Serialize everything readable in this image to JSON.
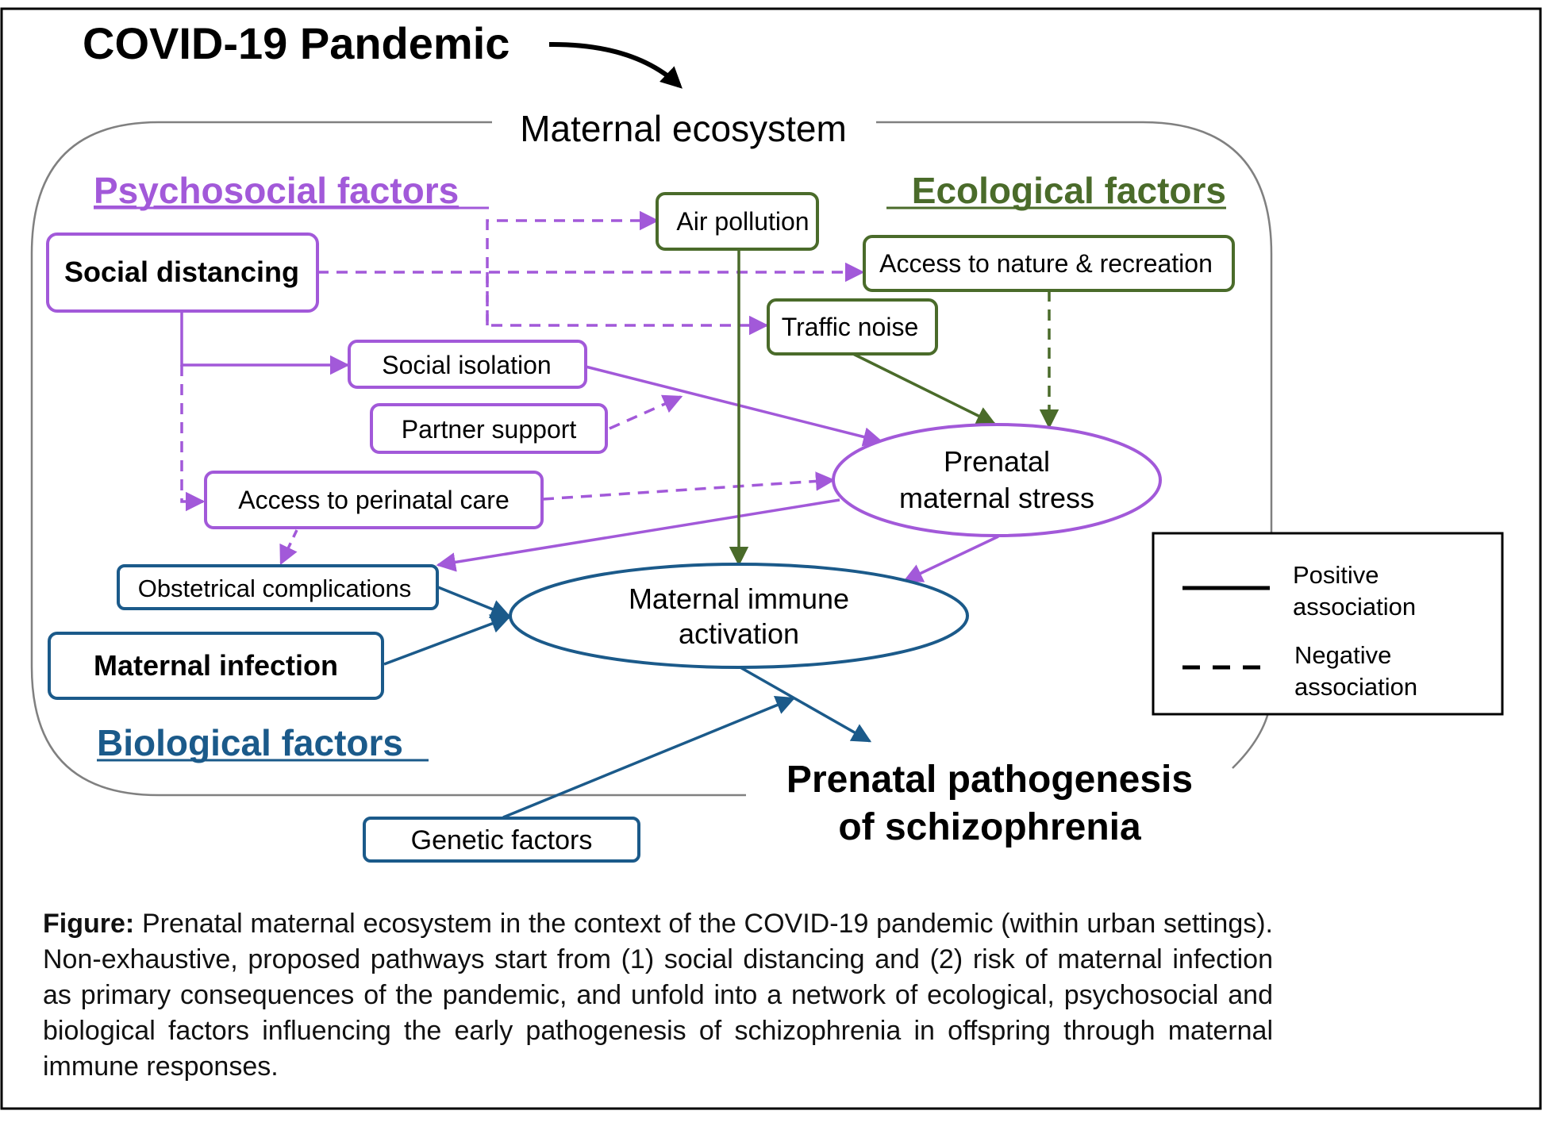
{
  "title": "COVID-19 Pandemic",
  "ecosystem_label": "Maternal ecosystem",
  "groups": {
    "psychosocial": "Psychosocial factors",
    "ecological": "Ecological factors",
    "biological": "Biological factors"
  },
  "nodes": {
    "social_distancing": "Social distancing",
    "air_pollution": "Air pollution",
    "access_nature": "Access to nature & recreation",
    "traffic_noise": "Traffic noise",
    "social_isolation": "Social isolation",
    "partner_support": "Partner support",
    "access_perinatal": "Access to perinatal care",
    "stress_line1": "Prenatal",
    "stress_line2": "maternal stress",
    "obstetrical": "Obstetrical complications",
    "mia_line1": "Maternal immune",
    "mia_line2": "activation",
    "maternal_infection": "Maternal infection",
    "genetic": "Genetic factors",
    "outcome_line1": "Prenatal pathogenesis",
    "outcome_line2": "of schizophrenia"
  },
  "legend": {
    "positive_line1": "Positive",
    "positive_line2": "association",
    "negative_line1": "Negative",
    "negative_line2": "association"
  },
  "caption": {
    "label": "Figure:",
    "text": "Prenatal maternal ecosystem in the context of the COVID-19 pandemic (within urban settings). Non-exhaustive, proposed pathways start from (1) social distancing and (2) risk of maternal infection as primary consequences of the pandemic, and unfold into a network of ecological, psychosocial and biological factors influencing the early pathogenesis of schizophrenia in offspring through maternal immune responses."
  },
  "colors": {
    "psychosocial": "#A259D9",
    "ecological": "#4A6B2A",
    "biological": "#1B5A8A",
    "black": "#000000",
    "ecosystem_border": "#808080"
  }
}
